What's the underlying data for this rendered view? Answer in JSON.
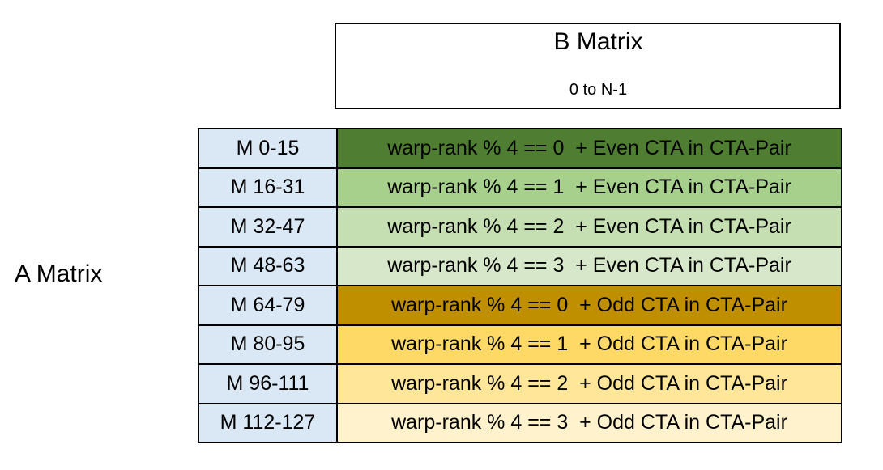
{
  "a_matrix": {
    "label": "A Matrix"
  },
  "b_matrix": {
    "title": "B Matrix",
    "subtitle": "0 to N-1"
  },
  "matrix_table": {
    "m_column_color": "#DAE8F5",
    "border_color": "#000000",
    "rows": [
      {
        "m": "M 0-15",
        "desc": "warp-rank % 4 == 0  + Even CTA in CTA-Pair",
        "color": "#4F7D31"
      },
      {
        "m": "M 16-31",
        "desc": "warp-rank % 4 == 1  + Even CTA in CTA-Pair",
        "color": "#A7D08C"
      },
      {
        "m": "M 32-47",
        "desc": "warp-rank % 4 == 2  + Even CTA in CTA-Pair",
        "color": "#C5DFB3"
      },
      {
        "m": "M 48-63",
        "desc": "warp-rank % 4 == 3  + Even CTA in CTA-Pair",
        "color": "#D7E8CA"
      },
      {
        "m": "M 64-79",
        "desc": "warp-rank % 4 == 0  + Odd CTA in CTA-Pair",
        "color": "#BF8F00"
      },
      {
        "m": "M 80-95",
        "desc": "warp-rank % 4 == 1  + Odd CTA in CTA-Pair",
        "color": "#FFD965"
      },
      {
        "m": "M 96-111",
        "desc": "warp-rank % 4 == 2  + Odd CTA in CTA-Pair",
        "color": "#FFE699"
      },
      {
        "m": "M 112-127",
        "desc": "warp-rank % 4 == 3  + Odd CTA in CTA-Pair",
        "color": "#FFF2CC"
      }
    ]
  }
}
